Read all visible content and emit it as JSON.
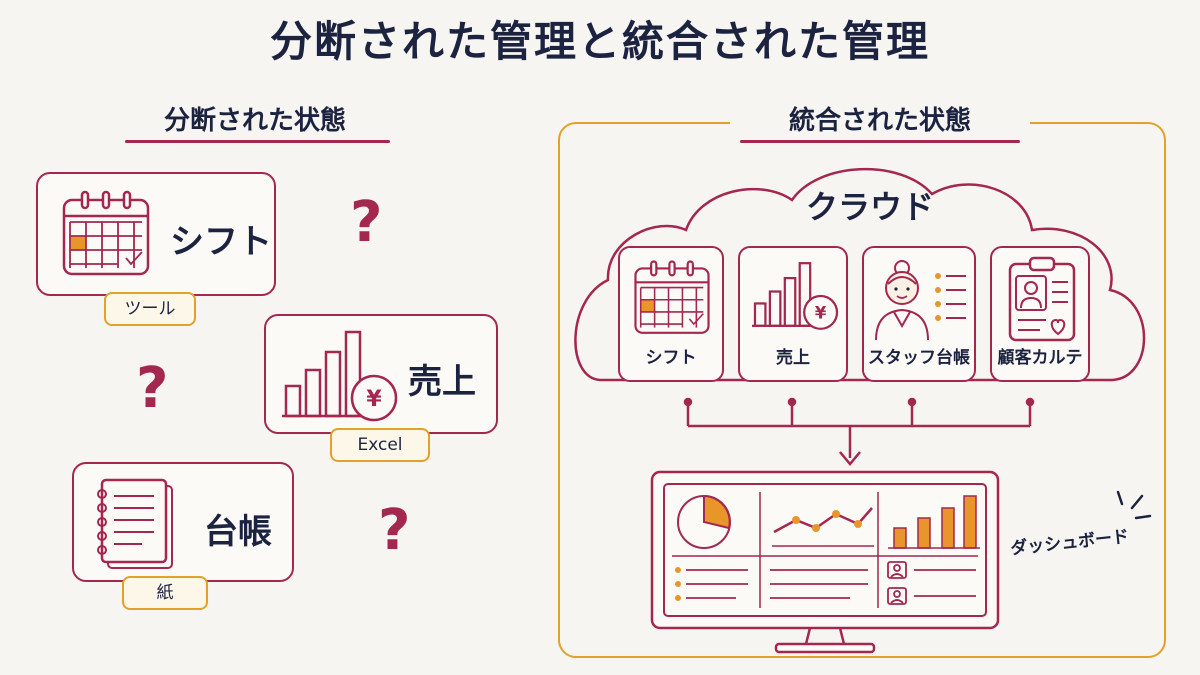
{
  "title": "分断された管理と統合された管理",
  "left_section": {
    "title": "分断された状態",
    "cards": [
      {
        "label": "シフト",
        "tag": "ツール",
        "icon": "calendar-icon"
      },
      {
        "label": "売上",
        "tag": "Excel",
        "icon": "bar-chart-yen-icon"
      },
      {
        "label": "台帳",
        "tag": "紙",
        "icon": "notebook-icon"
      }
    ],
    "question_mark": "?"
  },
  "right_section": {
    "title": "統合された状態",
    "cloud_title": "クラウド",
    "modules": [
      {
        "label": "シフト",
        "icon": "calendar-icon"
      },
      {
        "label": "売上",
        "icon": "bar-chart-yen-icon"
      },
      {
        "label": "スタッフ台帳",
        "icon": "staff-icon"
      },
      {
        "label": "顧客カルテ",
        "icon": "clipboard-profile-icon"
      }
    ],
    "dashboard_label": "ダッシュボード"
  },
  "colors": {
    "primary": "#a3274f",
    "accent": "#e2a129",
    "text": "#1c2340",
    "background": "#f7f5f1"
  }
}
